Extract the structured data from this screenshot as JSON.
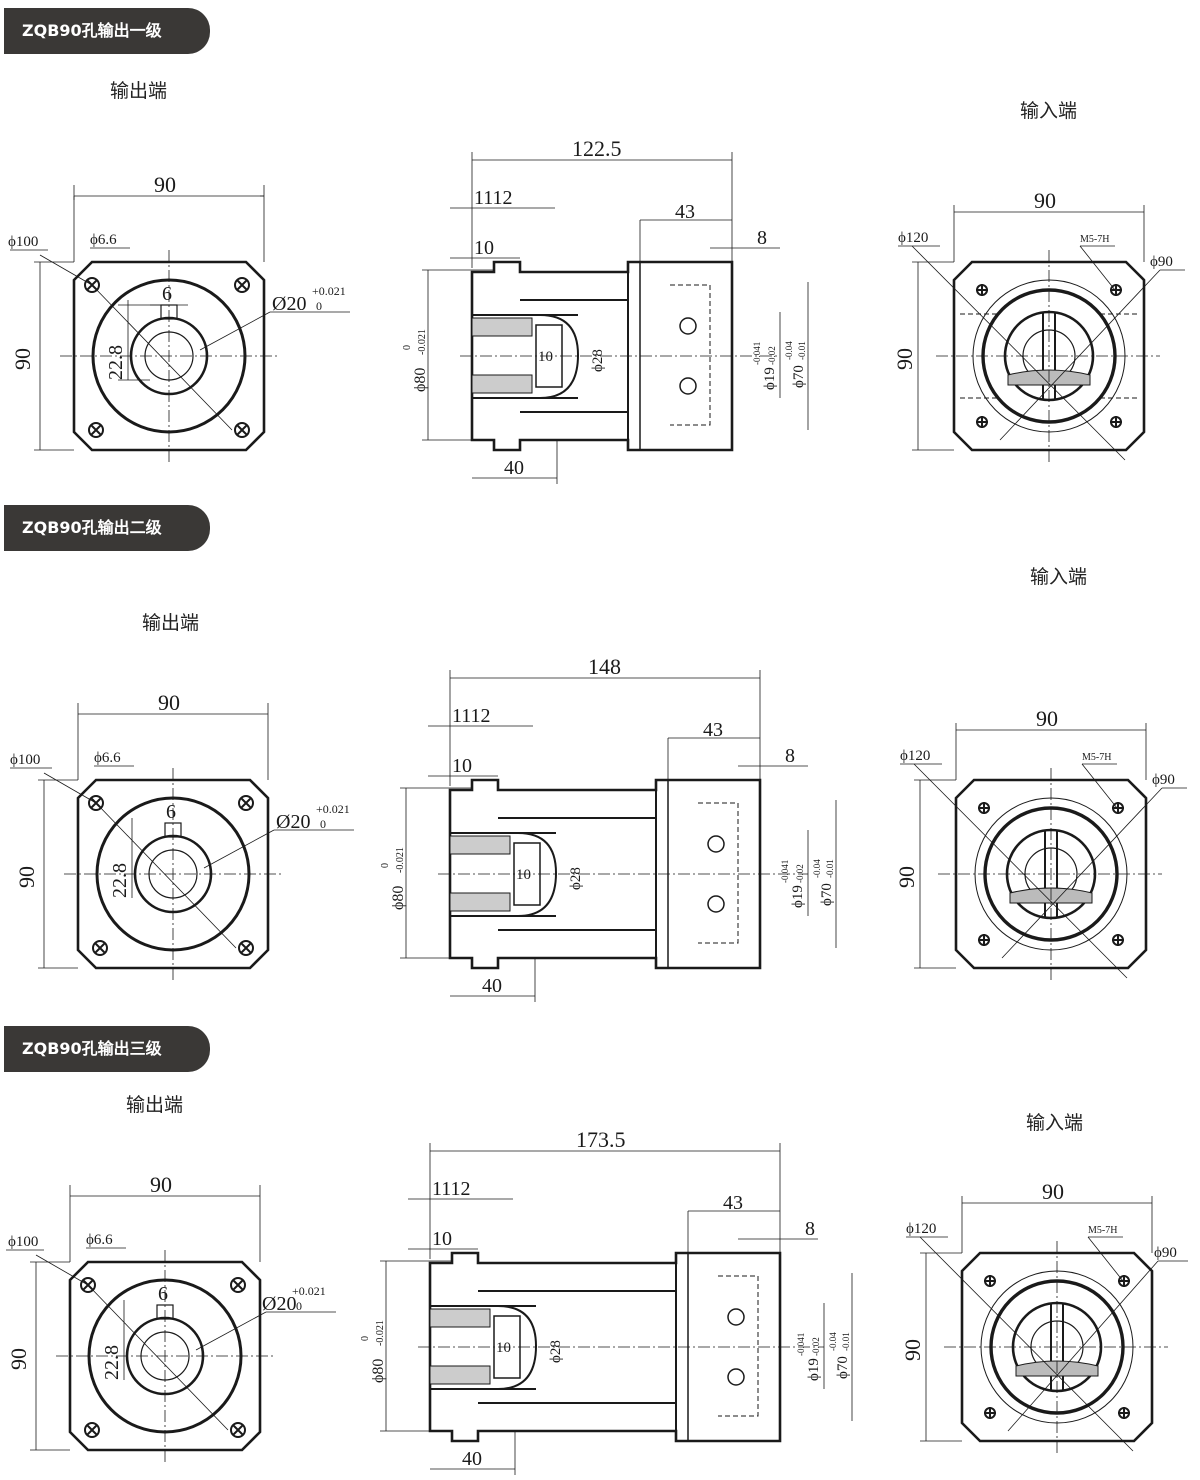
{
  "sections": [
    {
      "title": "ZQB90孔输出一级",
      "output_end_label": "输出端",
      "input_end_label": "输入端",
      "output_view": {
        "width": "90",
        "height": "90",
        "bolt_circle": "ϕ100",
        "hole": "ϕ6.6",
        "keyway_width": "6",
        "keyway_depth": "22.8",
        "bore": "Ø20",
        "bore_tol_upper": "+0.021",
        "bore_tol_lower": "0"
      },
      "side_view": {
        "total_length": "122.5",
        "d_11_12": "1112",
        "d_10": "10",
        "d_43": "43",
        "d_8": "8",
        "d_40": "40",
        "pilot": "ϕ80",
        "pilot_tol_upper": "0",
        "pilot_tol_lower": "-0.021",
        "inner_10": "10",
        "inner_28": "ϕ28",
        "input_bore": "ϕ19",
        "input_bore_tol_upper": "-0.041",
        "input_bore_tol_lower": "-0.02",
        "input_pilot": "ϕ70",
        "input_pilot_tol_upper": "-0.04",
        "input_pilot_tol_lower": "-0.01"
      },
      "input_view": {
        "width": "90",
        "height": "90",
        "bolt_circle": "ϕ120",
        "thread": "M5-7H",
        "pilot": "ϕ90"
      }
    },
    {
      "title": "ZQB90孔输出二级",
      "output_end_label": "输出端",
      "input_end_label": "输入端",
      "output_view": {
        "width": "90",
        "height": "90",
        "bolt_circle": "ϕ100",
        "hole": "ϕ6.6",
        "keyway_width": "6",
        "keyway_depth": "22.8",
        "bore": "Ø20",
        "bore_tol_upper": "+0.021",
        "bore_tol_lower": "0"
      },
      "side_view": {
        "total_length": "148",
        "d_11_12": "1112",
        "d_10": "10",
        "d_43": "43",
        "d_8": "8",
        "d_40": "40",
        "pilot": "ϕ80",
        "pilot_tol_upper": "0",
        "pilot_tol_lower": "-0.021",
        "inner_10": "10",
        "inner_28": "ϕ28",
        "input_bore": "ϕ19",
        "input_bore_tol_upper": "-0.041",
        "input_bore_tol_lower": "-0.02",
        "input_pilot": "ϕ70",
        "input_pilot_tol_upper": "-0.04",
        "input_pilot_tol_lower": "-0.01"
      },
      "input_view": {
        "width": "90",
        "height": "90",
        "bolt_circle": "ϕ120",
        "thread": "M5-7H",
        "pilot": "ϕ90"
      }
    },
    {
      "title": "ZQB90孔输出三级",
      "output_end_label": "输出端",
      "input_end_label": "输入端",
      "output_view": {
        "width": "90",
        "height": "90",
        "bolt_circle": "ϕ100",
        "hole": "ϕ6.6",
        "keyway_width": "6",
        "keyway_depth": "22.8",
        "bore": "Ø20",
        "bore_tol_upper": "+0.021",
        "bore_tol_lower": "0"
      },
      "side_view": {
        "total_length": "173.5",
        "d_11_12": "1112",
        "d_10": "10",
        "d_43": "43",
        "d_8": "8",
        "d_40": "40",
        "pilot": "ϕ80",
        "pilot_tol_upper": "0",
        "pilot_tol_lower": "-0.021",
        "inner_10": "10",
        "inner_28": "ϕ28",
        "input_bore": "ϕ19",
        "input_bore_tol_upper": "-0.041",
        "input_bore_tol_lower": "-0.02",
        "input_pilot": "ϕ70",
        "input_pilot_tol_upper": "-0.04",
        "input_pilot_tol_lower": "-0.01"
      },
      "input_view": {
        "width": "90",
        "height": "90",
        "bolt_circle": "ϕ120",
        "thread": "M5-7H",
        "pilot": "ϕ90"
      }
    }
  ]
}
